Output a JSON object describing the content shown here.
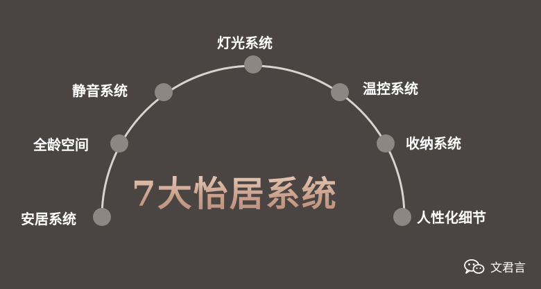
{
  "title": "7大怡居系统",
  "colors": {
    "background": "#4a4542",
    "arc": "#d9d4d0",
    "node": "#8d8784",
    "title": "#d8b7a6"
  },
  "nodes": [
    {
      "id": "anju",
      "label": "安居系统",
      "icon": "circle-node"
    },
    {
      "id": "quanling",
      "label": "全龄空间",
      "icon": "circle-node"
    },
    {
      "id": "jingyin",
      "label": "静音系统",
      "icon": "circle-node"
    },
    {
      "id": "dengguang",
      "label": "灯光系统",
      "icon": "circle-node"
    },
    {
      "id": "wenkong",
      "label": "温控系统",
      "icon": "circle-node"
    },
    {
      "id": "shouna",
      "label": "收纳系统",
      "icon": "circle-node"
    },
    {
      "id": "renxinghua",
      "label": "人性化细节",
      "icon": "circle-node"
    }
  ],
  "watermark": {
    "icon": "wechat-icon",
    "text": "文君言"
  }
}
